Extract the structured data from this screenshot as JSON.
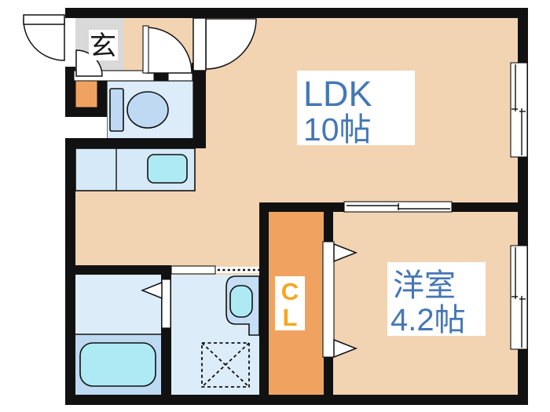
{
  "title": "apartment floor plan",
  "rooms": {
    "ldk": {
      "label": "LDK",
      "size": "10帖"
    },
    "western": {
      "label": "洋室",
      "size": "4.2帖"
    },
    "entrance": {
      "label": "玄"
    },
    "closet": {
      "letters": [
        "C",
        "L"
      ]
    }
  },
  "fixtures": [
    "entrance-door",
    "hall-door",
    "ldk-door",
    "toilet",
    "shoe-cabinet",
    "kitchen-counter",
    "kitchen-sink",
    "bathtub",
    "bathroom-door",
    "washbasin",
    "washing-machine-space",
    "washroom-sliding-door",
    "room-partition-sliding-door",
    "closet-folding-doors",
    "ldk-window",
    "western-room-window"
  ],
  "colors": {
    "wall": "#111111",
    "floor": "#f2d3b2",
    "closet_floor": "#f0a360",
    "entrance_floor": "#d9d9d9",
    "wet_room_floor": "#dcecf9",
    "bath_floor": "#bed9f2",
    "fixture_blue": "#bfd9f3",
    "water_cyan": "#aeeaf4",
    "room_text": "#4577b5",
    "closet_text": "#f5a623"
  }
}
